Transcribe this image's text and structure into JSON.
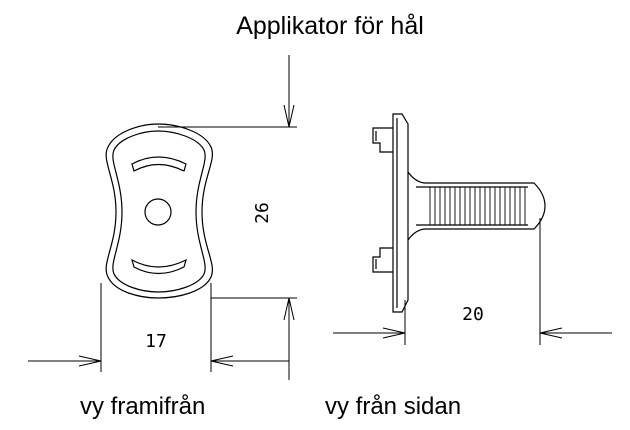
{
  "title": "Applikator för hål",
  "dimensions": {
    "height_front": "26",
    "width_front": "17",
    "length_side": "20"
  },
  "captions": {
    "front_view": "vy framifrån",
    "side_view": "vy från sidan"
  }
}
